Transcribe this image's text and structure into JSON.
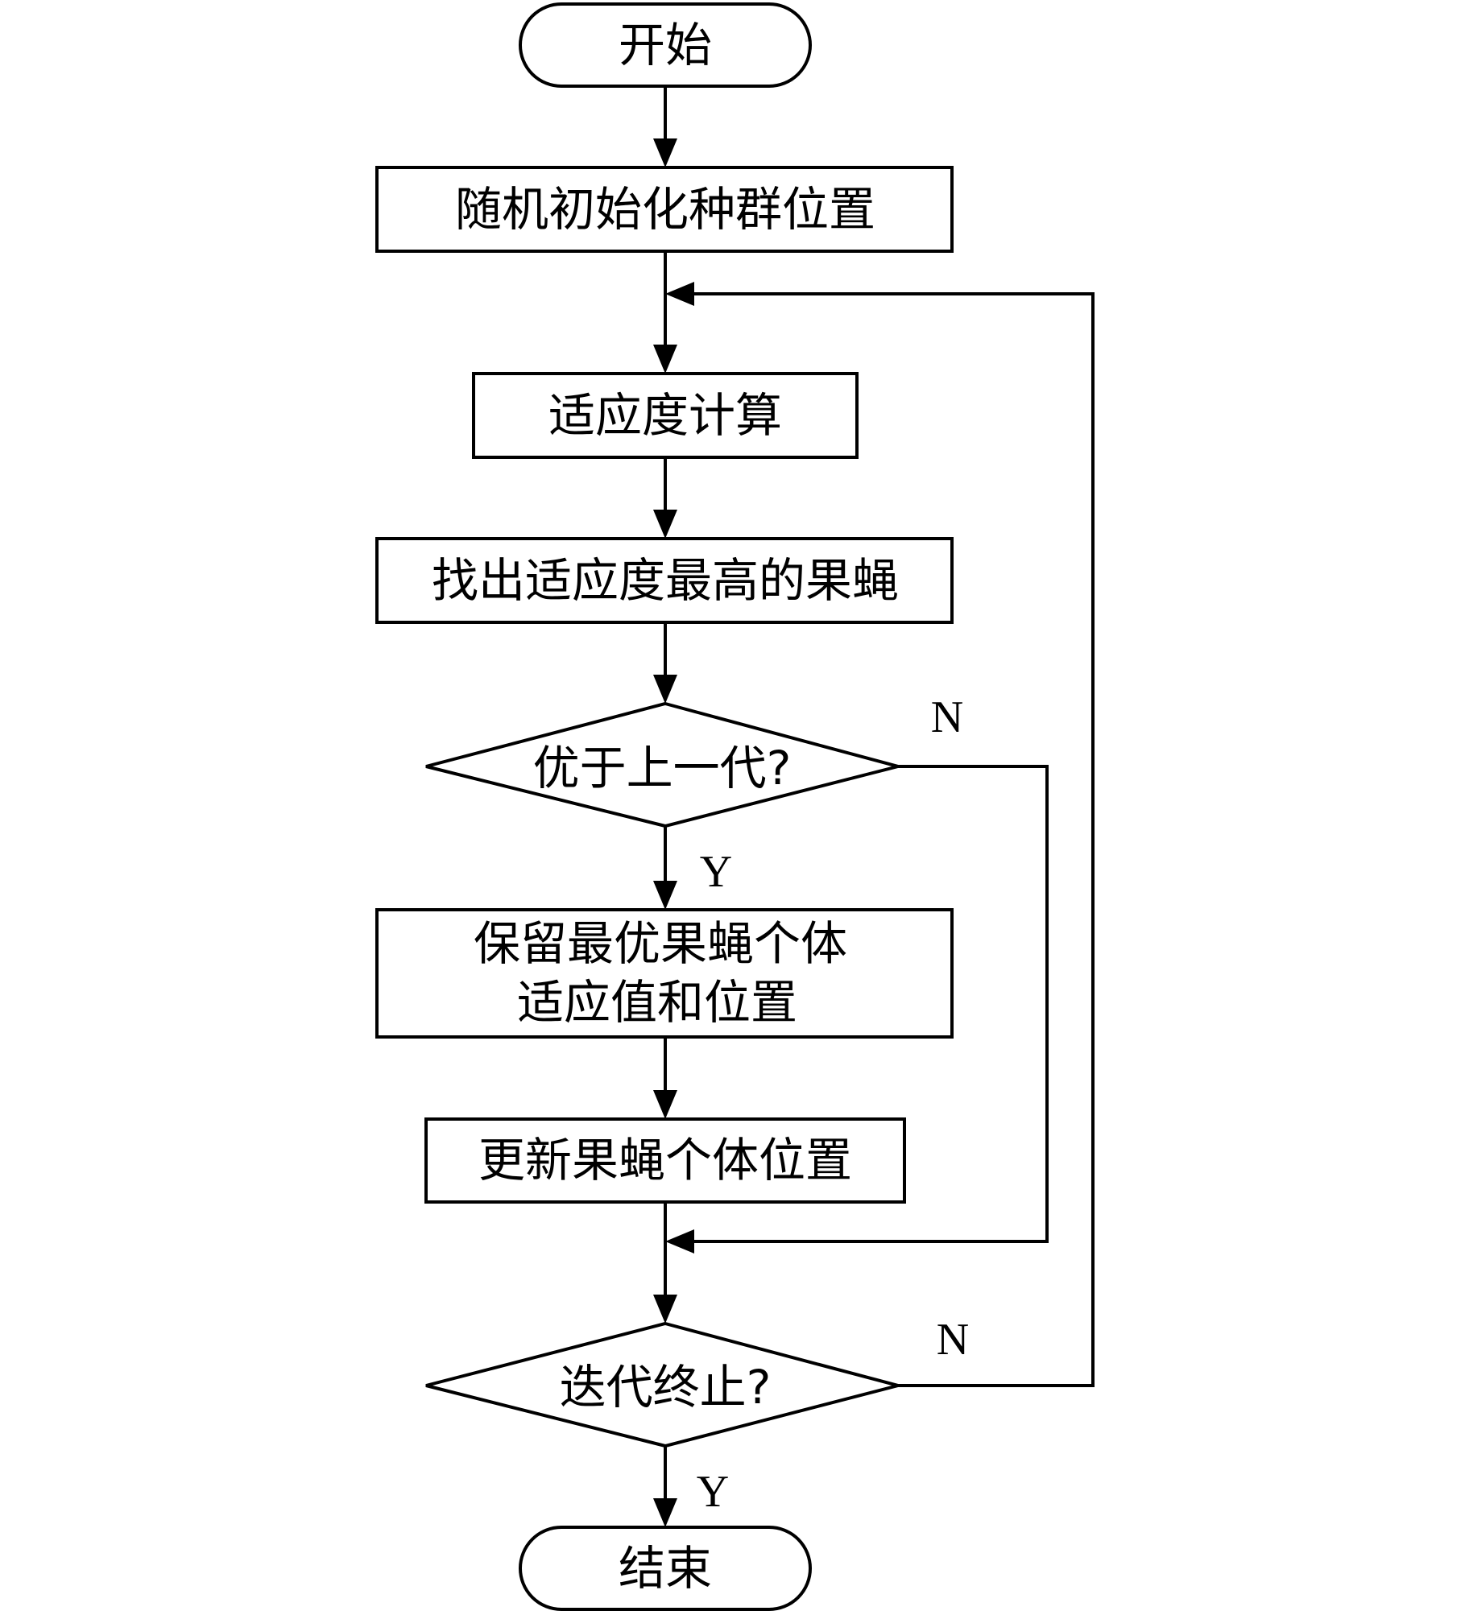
{
  "flowchart": {
    "start": "开始",
    "init_population": "随机初始化种群位置",
    "fitness_calc": "适应度计算",
    "find_best": "找出适应度最高的果蝇",
    "decision_better": "优于上一代?",
    "keep_best_line1": "保留最优果蝇个体",
    "keep_best_line2": "适应值和位置",
    "update_positions": "更新果蝇个体位置",
    "decision_terminate": "迭代终止?",
    "end": "结束",
    "labels": {
      "better_no": "N",
      "better_yes": "Y",
      "terminate_no": "N",
      "terminate_yes": "Y"
    }
  }
}
